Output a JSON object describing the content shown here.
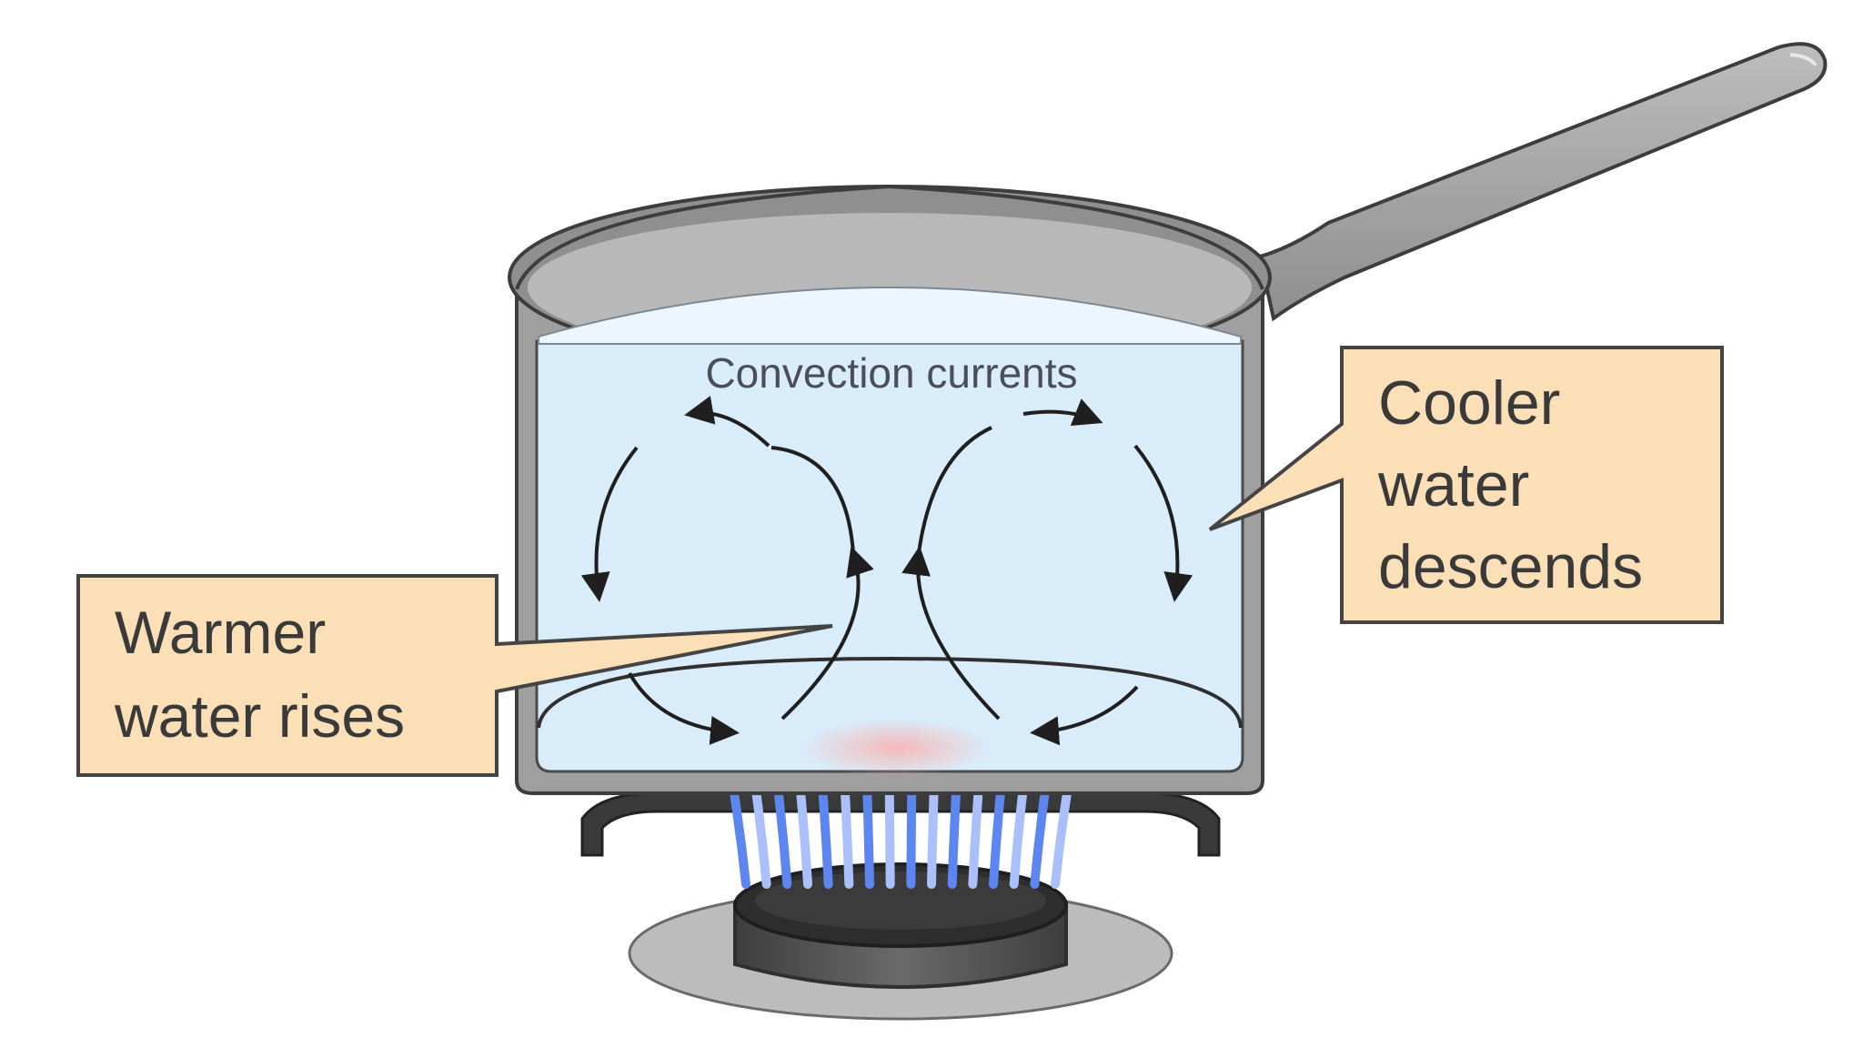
{
  "diagram": {
    "inner_label": "Convection currents",
    "callouts": {
      "warm": {
        "line1": "Warmer",
        "line2": "water rises"
      },
      "cool": {
        "line1": "Cooler",
        "line2": "water",
        "line3": "descends"
      }
    },
    "colors": {
      "water": "#d9ecfa",
      "water_surface": "#f1f8fe",
      "pot_metal": "#a4a4a4",
      "pot_outline": "#3d3d3d",
      "callout_fill": "#fbdfb6",
      "callout_border": "#444444",
      "flame": "#5d86f0",
      "flame_light": "#a9c0fa",
      "heat_glow": "#f8c4c4",
      "burner": "#555555",
      "burner_plate": "#bdbdbd"
    }
  }
}
